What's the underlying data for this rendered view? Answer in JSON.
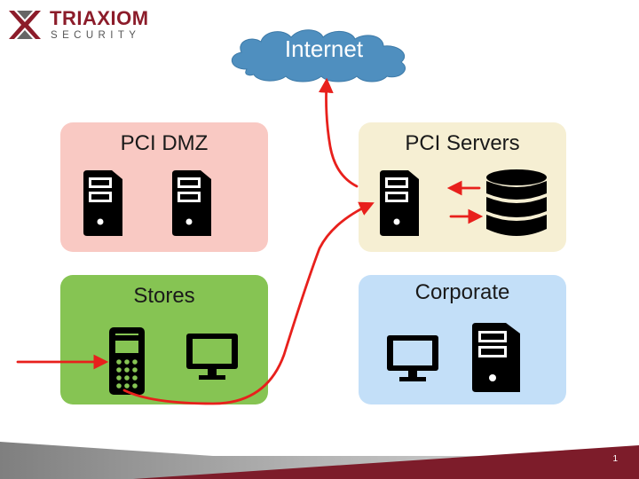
{
  "logo": {
    "name": "TRIAXIOM",
    "subtitle": "SECURITY",
    "brand_color": "#8c1c2a"
  },
  "cloud": {
    "label": "Internet",
    "color": "#4f8fbf"
  },
  "zones": {
    "pci_dmz": {
      "title": "PCI DMZ",
      "color": "#f9c9c3",
      "icons": [
        "server-icon",
        "server-icon"
      ]
    },
    "pci_servers": {
      "title": "PCI Servers",
      "color": "#f6efd3",
      "icons": [
        "server-icon",
        "database-icon"
      ]
    },
    "stores": {
      "title": "Stores",
      "color": "#86c453",
      "icons": [
        "payment-terminal-icon",
        "monitor-icon"
      ]
    },
    "corporate": {
      "title": "Corporate",
      "color": "#c3dff8",
      "icons": [
        "monitor-icon",
        "server-icon"
      ]
    }
  },
  "connectors": {
    "color": "#e8201c",
    "flows": [
      "external input → payment terminal",
      "payment terminal → PCI server",
      "PCI server → Internet",
      "PCI server ↔ database"
    ]
  },
  "footer": {
    "slide_number": "1",
    "colors": [
      "#9a9a9a",
      "#7d1c2a"
    ]
  }
}
